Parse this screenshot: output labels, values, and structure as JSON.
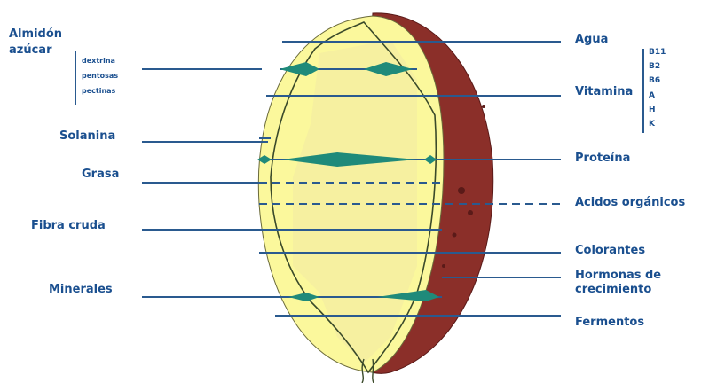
{
  "left_labels": {
    "almidon": "Almidón",
    "azucar": "azúcar",
    "sub_items": [
      "dextrina",
      "pentosas",
      "pectinas"
    ],
    "solanina": "Solanina",
    "grasa": "Grasa",
    "fibra": "Fibra cruda",
    "minerales": "Minerales"
  },
  "right_labels": {
    "agua": "Agua",
    "vitamina": "Vitamina",
    "vitamin_types": [
      "B11",
      "B2",
      "B6",
      "A",
      "H",
      "K"
    ],
    "proteina": "Proteína",
    "acidos": "Acidos orgánicos",
    "colorantes": "Colorantes",
    "hormonas_1": "Hormonas de",
    "hormonas_2": "crecimiento",
    "fermentos": "Fermentos"
  },
  "colors": {
    "label_text": "#1a4f8f",
    "leader_line": "#2a5a8f",
    "flesh": "#fbf89c",
    "core": "#f2eaa4",
    "skin": "#8b2f29",
    "skin_dark": "#5a1a18",
    "marker": "#1f8a7a",
    "vein": "#3a4a2a"
  }
}
